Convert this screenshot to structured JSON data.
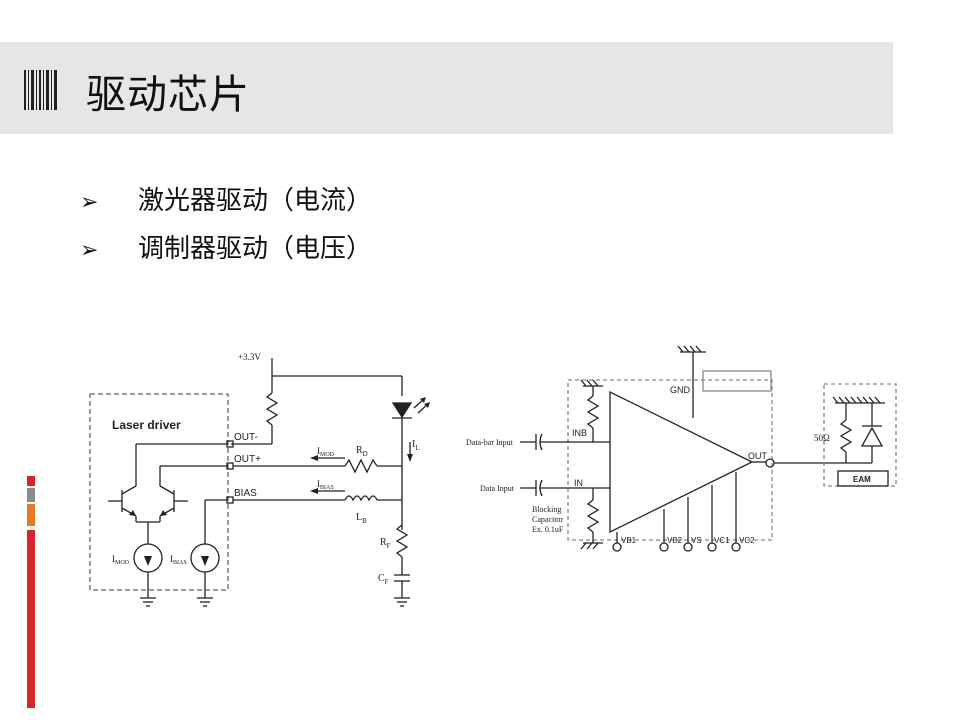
{
  "slide": {
    "title": "驱动芯片",
    "bullets": [
      {
        "marker": "➢",
        "text": "激光器驱动（电流）"
      },
      {
        "marker": "➢",
        "text": "调制器驱动（电压）"
      }
    ]
  },
  "laser_circuit": {
    "block_label": "Laser driver",
    "supply": "+3.3V",
    "pins": [
      "OUT-",
      "OUT+",
      "BIAS"
    ],
    "i_mod": {
      "main": "I",
      "sub": "MOD"
    },
    "i_mod_src": {
      "main": "I",
      "sub": "MOD"
    },
    "i_bias": {
      "main": "I",
      "sub": "BIAS"
    },
    "i_bias_src": {
      "main": "I",
      "sub": "BIAS"
    },
    "rd": {
      "main": "R",
      "sub": "D"
    },
    "lb": {
      "main": "L",
      "sub": "B"
    },
    "il": {
      "main": "I",
      "sub": "L"
    },
    "rf": {
      "main": "R",
      "sub": "F"
    },
    "cf": {
      "main": "C",
      "sub": "F"
    }
  },
  "modulator_circuit": {
    "gnd": "GND",
    "inb": "INB",
    "in": "IN",
    "out": "OUT",
    "data_bar_input": "Data-bar Input",
    "data_input": "Data Input",
    "blocking_cap": [
      "Blocking",
      "Capacitor",
      "Ex. 0.1uF"
    ],
    "pins": [
      "VB1",
      "VB2",
      "VS",
      "VC1",
      "VC2"
    ],
    "termination": "50Ω",
    "eam": "EAM"
  },
  "colors": {
    "band": "#e6e6e6",
    "deco_red": "#d6262c",
    "deco_gray": "#8c8c8c",
    "deco_orange": "#e8782a"
  }
}
